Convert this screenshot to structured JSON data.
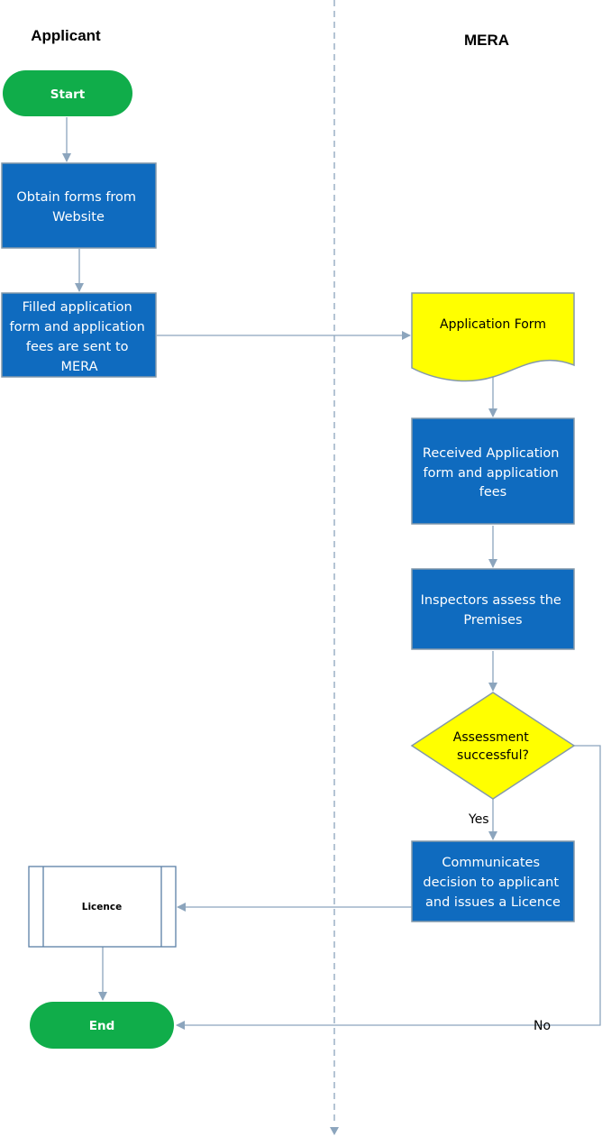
{
  "lanes": {
    "left": "Applicant",
    "right": "MERA"
  },
  "nodes": {
    "start": "Start",
    "obtain": [
      "Obtain forms from",
      "Website"
    ],
    "filled": [
      "Filled application",
      "form and application",
      "fees are sent to",
      "MERA"
    ],
    "app_form": "Application Form",
    "received": [
      "Received Application",
      "form and application",
      "fees"
    ],
    "inspect": [
      "Inspectors assess the",
      "Premises"
    ],
    "decision": [
      "Assessment",
      "successful?"
    ],
    "communicate": [
      "Communicates",
      "decision to applicant",
      "and issues a Licence"
    ],
    "licence": "Licence",
    "end": "End"
  },
  "edge_labels": {
    "yes": "Yes",
    "no": "No"
  },
  "colors": {
    "process": "#0F6BBF",
    "process_stroke": "#8499AA",
    "terminal": "#10AD4A",
    "decision": "#FFFF00",
    "arrow": "#8CA5BD",
    "divider": "#8CA5BD"
  }
}
